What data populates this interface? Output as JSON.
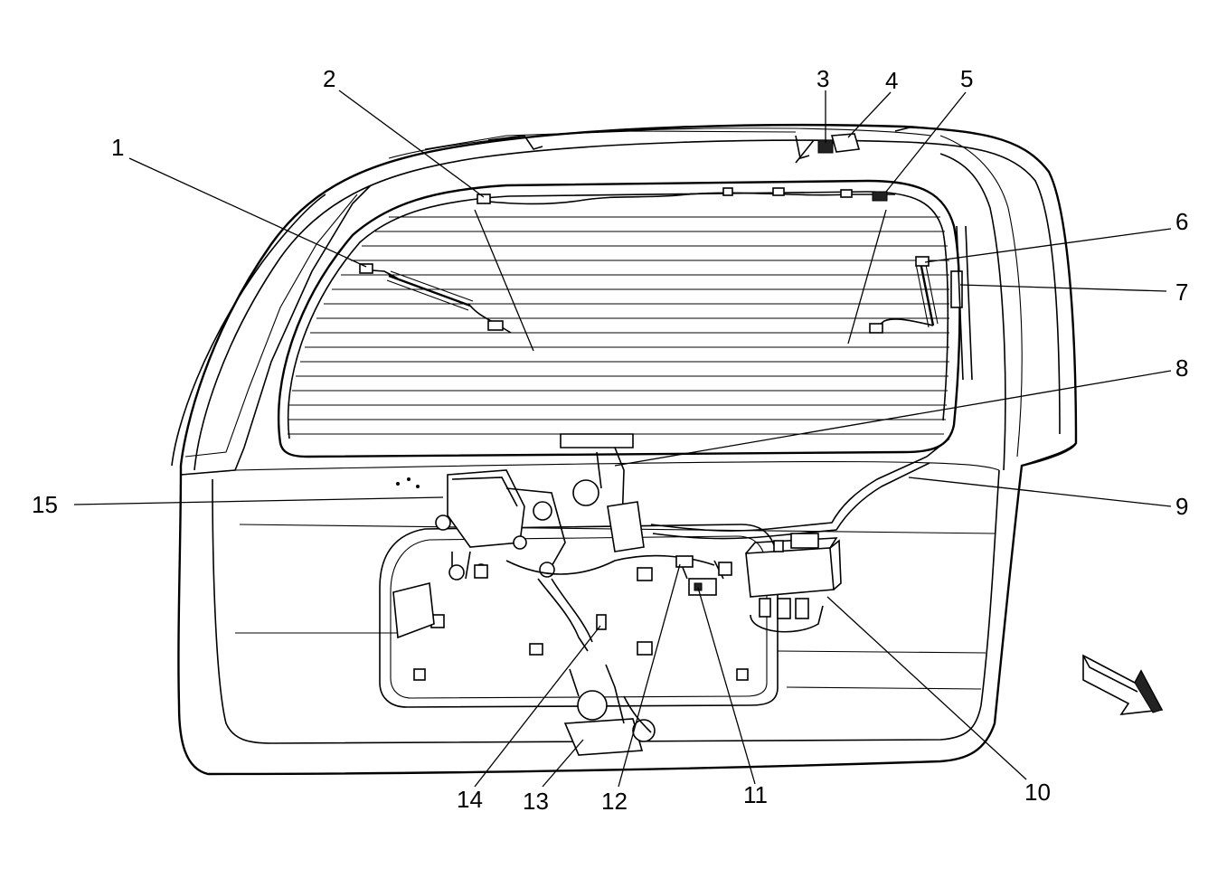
{
  "callouts": [
    {
      "id": "1",
      "label": "1"
    },
    {
      "id": "2",
      "label": "2"
    },
    {
      "id": "3",
      "label": "3"
    },
    {
      "id": "4",
      "label": "4"
    },
    {
      "id": "5",
      "label": "5"
    },
    {
      "id": "6",
      "label": "6"
    },
    {
      "id": "7",
      "label": "7"
    },
    {
      "id": "8",
      "label": "8"
    },
    {
      "id": "9",
      "label": "9"
    },
    {
      "id": "10",
      "label": "10"
    },
    {
      "id": "11",
      "label": "11"
    },
    {
      "id": "12",
      "label": "12"
    },
    {
      "id": "13",
      "label": "13"
    },
    {
      "id": "14",
      "label": "14"
    },
    {
      "id": "15",
      "label": "15"
    }
  ],
  "icons": {
    "direction_arrow": "front-direction-arrow-icon"
  },
  "colors": {
    "line": "#000000",
    "background": "#ffffff"
  }
}
